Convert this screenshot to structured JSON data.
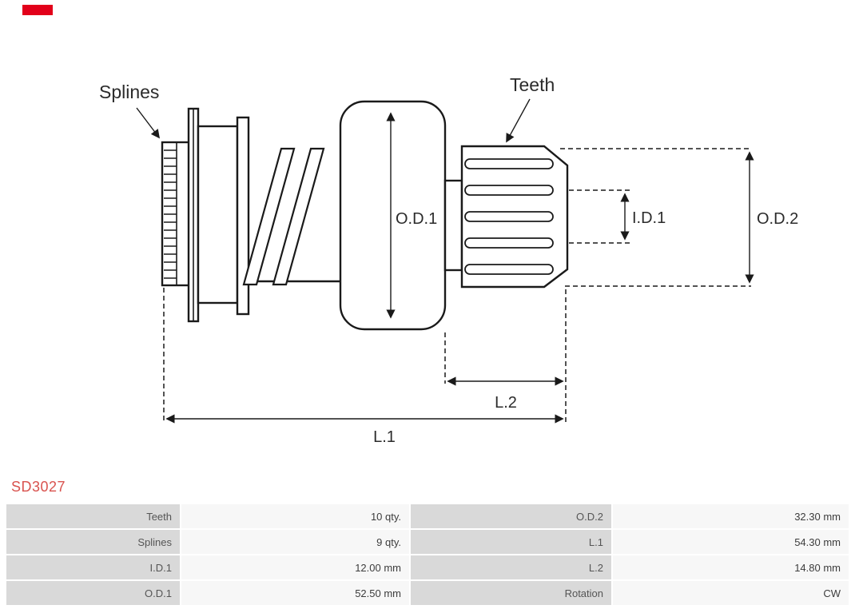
{
  "brand": {
    "logo_color": "#e2001a"
  },
  "part": {
    "number": "SD3027",
    "number_color": "#d9534f"
  },
  "diagram": {
    "callouts": {
      "splines": "Splines",
      "teeth": "Teeth"
    },
    "dimensions": {
      "od1": "O.D.1",
      "id1": "I.D.1",
      "od2": "O.D.2",
      "l1": "L.1",
      "l2": "L.2"
    },
    "line_color": "#1a1a1a"
  },
  "specs": {
    "rows": [
      {
        "label1": "Teeth",
        "value1": "10 qty.",
        "label2": "O.D.2",
        "value2": "32.30 mm"
      },
      {
        "label1": "Splines",
        "value1": "9 qty.",
        "label2": "L.1",
        "value2": "54.30 mm"
      },
      {
        "label1": "I.D.1",
        "value1": "12.00 mm",
        "label2": "L.2",
        "value2": "14.80 mm"
      },
      {
        "label1": "O.D.1",
        "value1": "52.50 mm",
        "label2": "Rotation",
        "value2": "CW"
      }
    ]
  }
}
